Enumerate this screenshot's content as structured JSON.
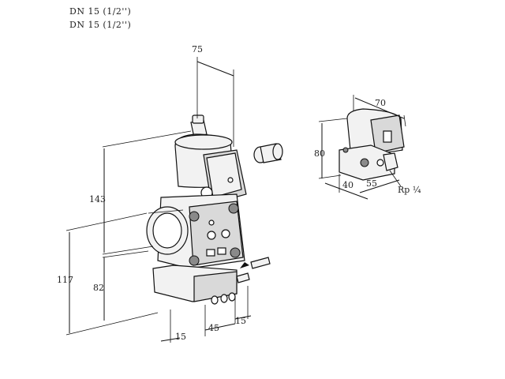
{
  "header": {
    "line1": "DN 15 (1/2'')",
    "line2": "DN 15 (1/2'')"
  },
  "dimensions": {
    "main_top_width": "75",
    "main_height_upper": "143",
    "main_height_total": "117",
    "main_height_lower": "82",
    "main_bottom_left": "15",
    "main_bottom_mid": "45",
    "main_bottom_right": "15"
  },
  "detail": {
    "width": "70",
    "height": "80",
    "depth_left": "40",
    "depth_right": "55",
    "thread": "Rp ¼"
  }
}
